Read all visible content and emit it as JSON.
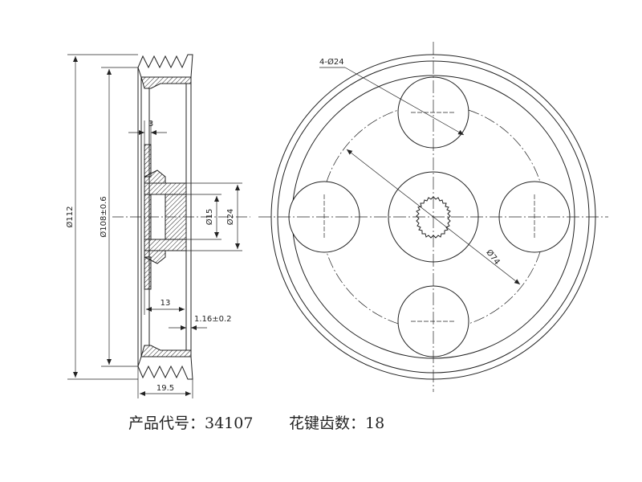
{
  "side_view": {
    "dim_outer_diameter": "Ø112",
    "dim_groove_diameter": "Ø108±0.6",
    "dim_web_thickness": "3",
    "dim_bore": "Ø15",
    "dim_hub": "Ø24",
    "dim_hub_length": "13",
    "dim_offset": "1.16±0.2",
    "dim_width": "19.5"
  },
  "front_view": {
    "dim_holes": "4-Ø24",
    "dim_pitch_circle": "Ø74"
  },
  "caption": {
    "product_code": "产品代号：34107",
    "spline_teeth": "花键齿数：18"
  }
}
